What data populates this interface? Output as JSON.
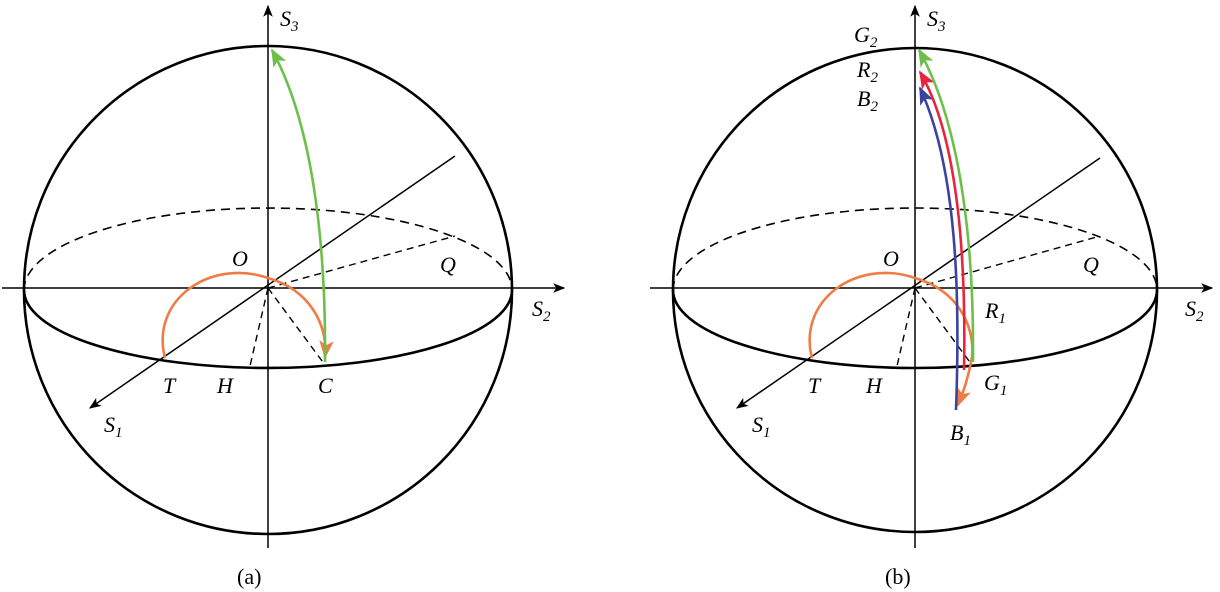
{
  "colors": {
    "line": "#000000",
    "green": "#6cc04a",
    "orange": "#ee7d45",
    "red": "#e8243c",
    "blue": "#3a44a0"
  },
  "panel_a": {
    "caption": "(a)",
    "labels": {
      "s3": "S",
      "s3_sub": "3",
      "s2": "S",
      "s2_sub": "2",
      "s1": "S",
      "s1_sub": "1",
      "o": "O",
      "q": "Q",
      "t": "T",
      "h": "H",
      "c": "C"
    }
  },
  "panel_b": {
    "caption": "(b)",
    "labels": {
      "s3": "S",
      "s3_sub": "3",
      "s2": "S",
      "s2_sub": "2",
      "s1": "S",
      "s1_sub": "1",
      "g2": "G",
      "g2_sub": "2",
      "r2": "R",
      "r2_sub": "2",
      "b2": "B",
      "b2_sub": "2",
      "o": "O",
      "q": "Q",
      "r1": "R",
      "r1_sub": "1",
      "t": "T",
      "h": "H",
      "g1": "G",
      "g1_sub": "1",
      "b1": "B",
      "b1_sub": "1"
    }
  }
}
